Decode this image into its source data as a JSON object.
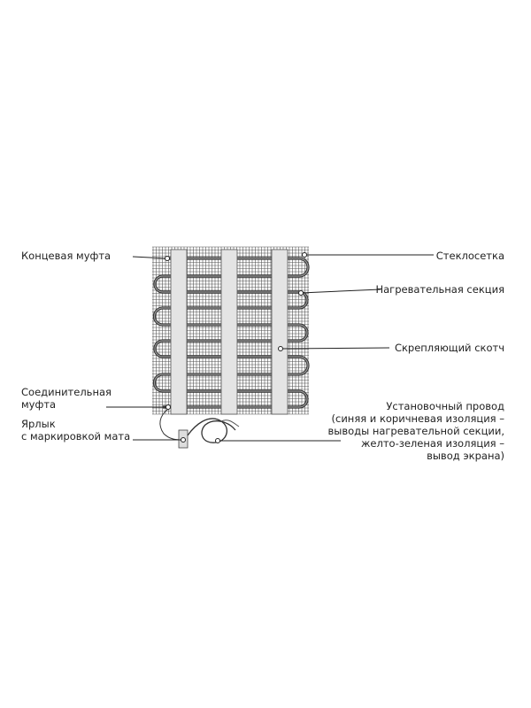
{
  "labels": {
    "end_coupling": "Концевая муфта",
    "fiberglass_mesh": "Стеклосетка",
    "heating_section": "Нагревательная секция",
    "fixing_tape": "Скрепляющий скотч",
    "connecting_coupling_1": "Соединительная",
    "connecting_coupling_2": "муфта",
    "tag_1": "Ярлык",
    "tag_2": "с маркировкой мата",
    "install_wire_1": "Установочный провод",
    "install_wire_2": "(синяя и коричневая изоляция –",
    "install_wire_3": "выводы нагревательной секции,",
    "install_wire_4": "желто-зеленая изоляция –",
    "install_wire_5": "вывод экрана)"
  },
  "colors": {
    "line": "#222222",
    "mesh": "#555555",
    "tape": "#e4e4e4"
  }
}
